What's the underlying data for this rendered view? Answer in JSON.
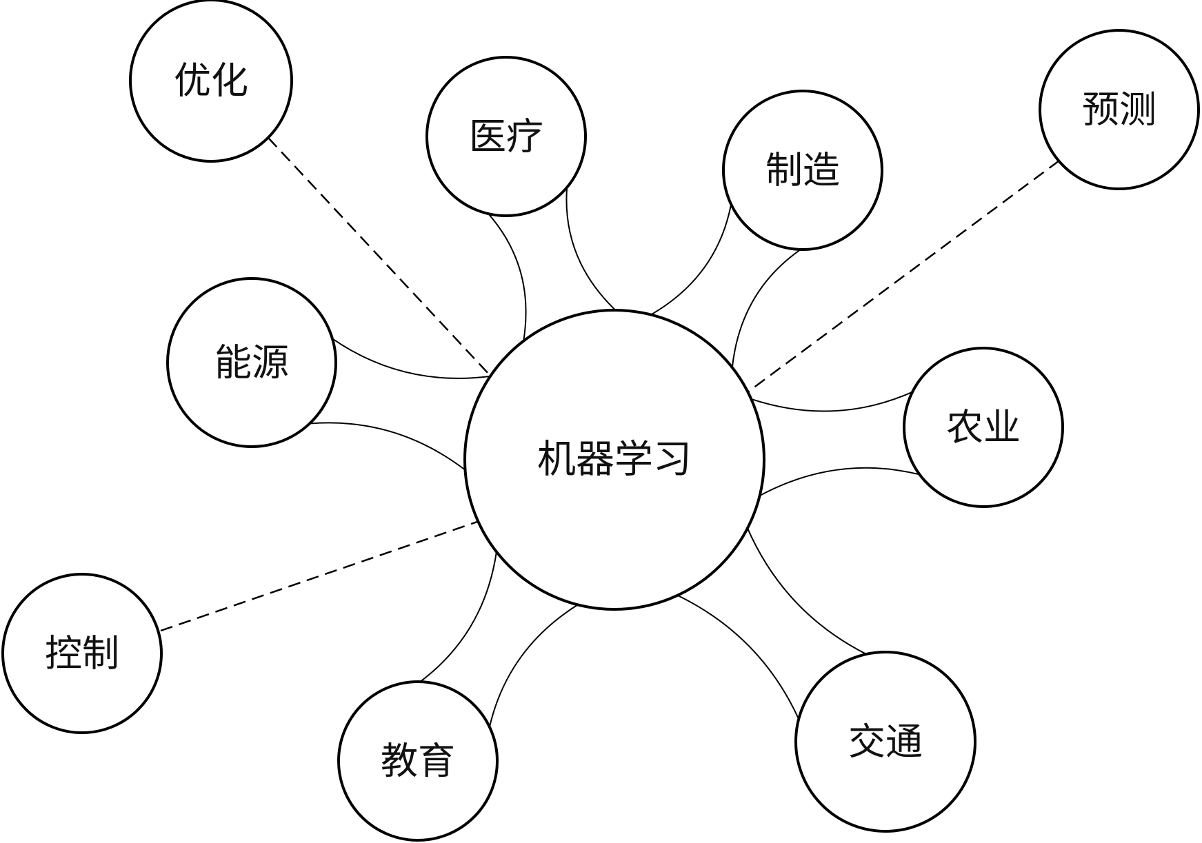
{
  "center": {
    "label": "机器学习"
  },
  "solid_nodes": [
    {
      "id": "medical",
      "label": "医疗"
    },
    {
      "id": "manufacturing",
      "label": "制造"
    },
    {
      "id": "energy",
      "label": "能源"
    },
    {
      "id": "agriculture",
      "label": "农业"
    },
    {
      "id": "education",
      "label": "教育"
    },
    {
      "id": "transport",
      "label": "交通"
    }
  ],
  "dashed_nodes": [
    {
      "id": "optimization",
      "label": "优化"
    },
    {
      "id": "prediction",
      "label": "预测"
    },
    {
      "id": "control",
      "label": "控制"
    }
  ]
}
